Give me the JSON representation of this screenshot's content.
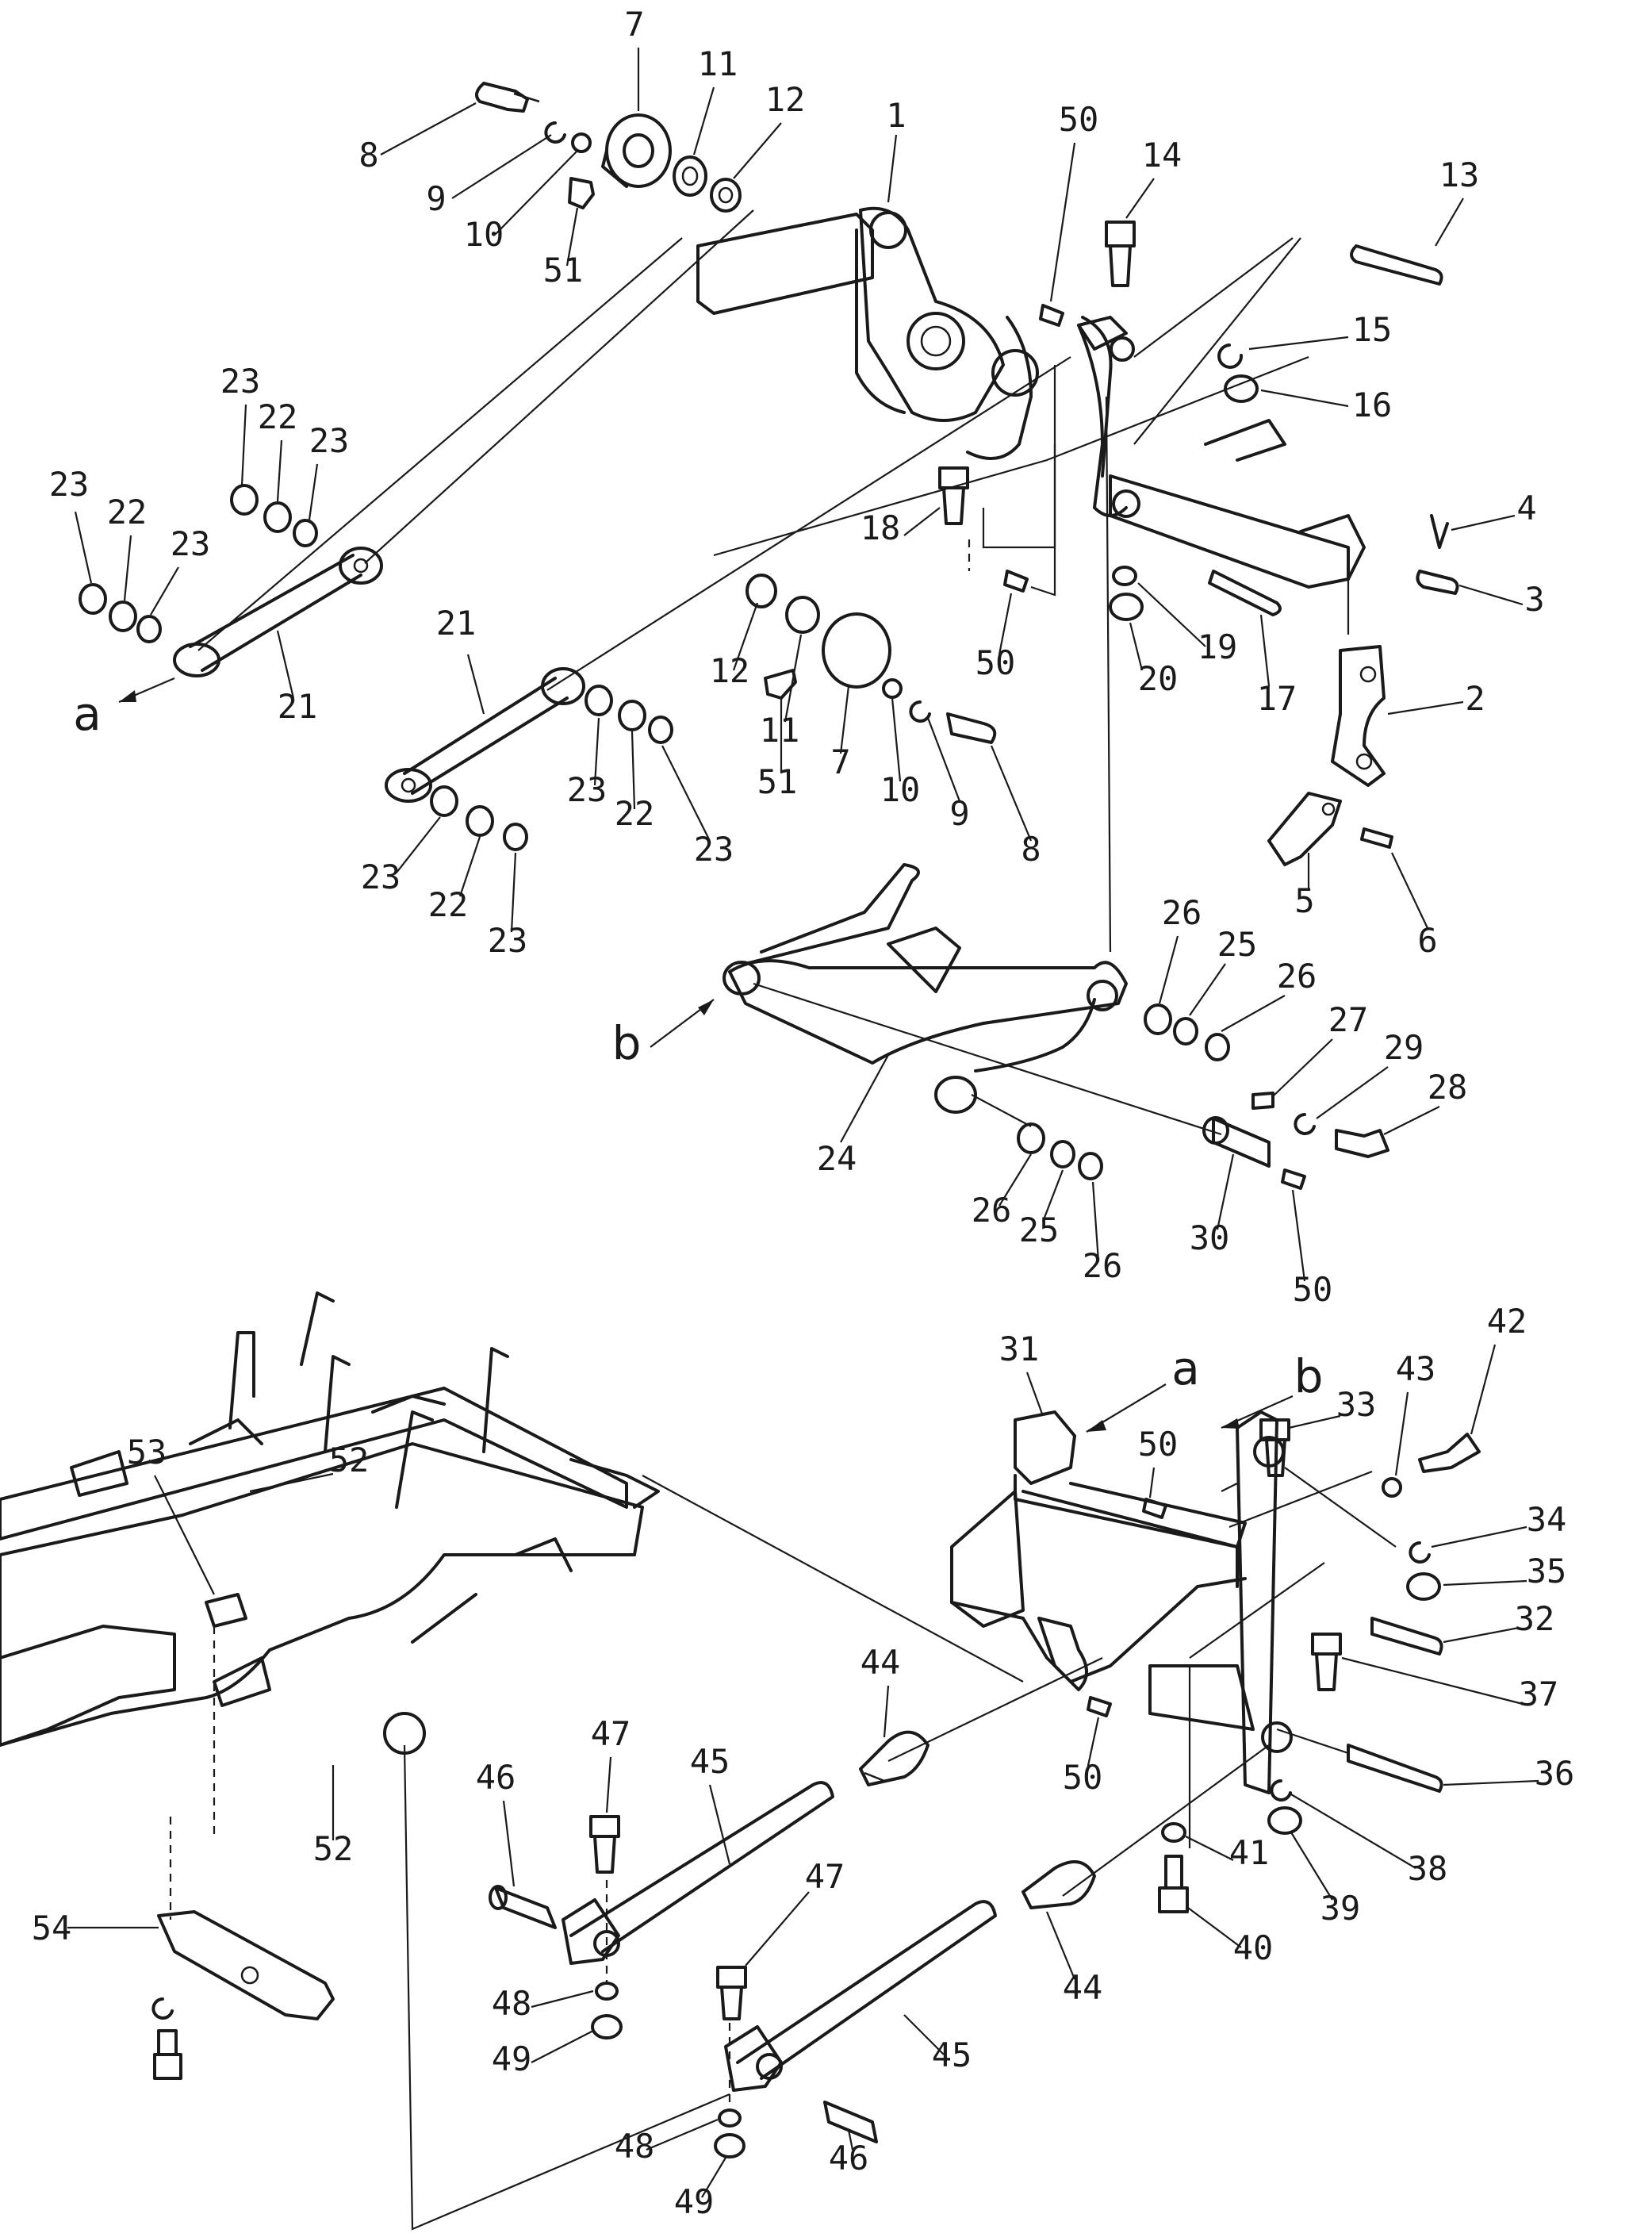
{
  "diagram": {
    "callouts": [
      "1",
      "2",
      "3",
      "4",
      "5",
      "6",
      "7",
      "8",
      "9",
      "10",
      "11",
      "12",
      "13",
      "14",
      "15",
      "16",
      "17",
      "18",
      "19",
      "20",
      "21",
      "22",
      "23",
      "24",
      "25",
      "26",
      "27",
      "28",
      "29",
      "30",
      "31",
      "32",
      "33",
      "34",
      "35",
      "36",
      "37",
      "38",
      "39",
      "40",
      "41",
      "42",
      "43",
      "44",
      "45",
      "46",
      "47",
      "48",
      "49",
      "50",
      "51",
      "52",
      "53",
      "54"
    ],
    "markers": [
      "a",
      "b"
    ]
  }
}
